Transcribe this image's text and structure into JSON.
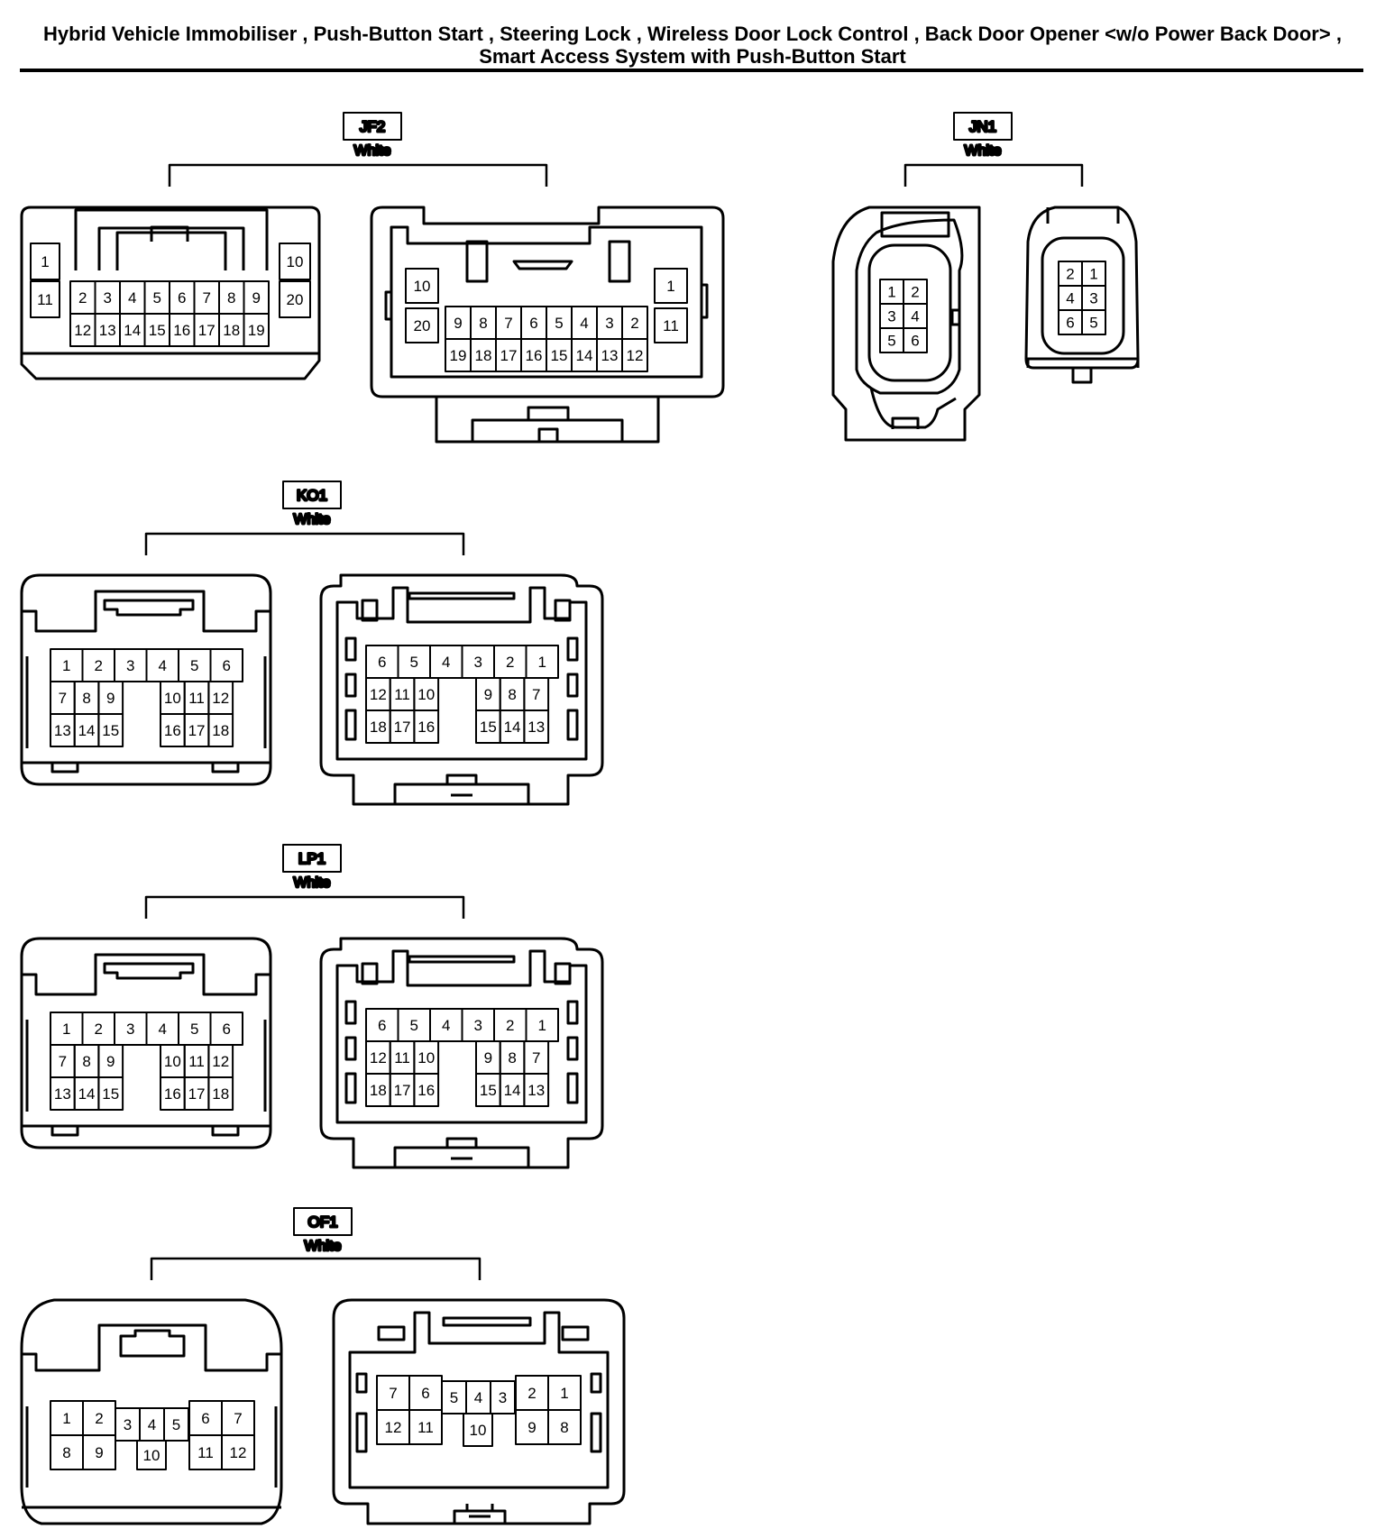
{
  "title": {
    "line1": "Hybrid Vehicle Immobiliser , Push-Button Start , Steering Lock , Wireless Door Lock Control , Back Door Opener <w/o Power Back Door> ,",
    "line2": "Smart Access System with Push-Button Start"
  },
  "connectors": {
    "jf2": {
      "label": "JF2",
      "color": "White",
      "left": {
        "side": [
          "1",
          "11",
          "10",
          "20"
        ],
        "top": [
          "2",
          "3",
          "4",
          "5",
          "6",
          "7",
          "8",
          "9"
        ],
        "bottom": [
          "12",
          "13",
          "14",
          "15",
          "16",
          "17",
          "18",
          "19"
        ]
      },
      "right": {
        "side": [
          "10",
          "20",
          "1",
          "11"
        ],
        "top": [
          "9",
          "8",
          "7",
          "6",
          "5",
          "4",
          "3",
          "2"
        ],
        "bottom": [
          "19",
          "18",
          "17",
          "16",
          "15",
          "14",
          "13",
          "12"
        ]
      }
    },
    "jn1": {
      "label": "JN1",
      "color": "White",
      "left": [
        [
          "1",
          "2"
        ],
        [
          "3",
          "4"
        ],
        [
          "5",
          "6"
        ]
      ],
      "right": [
        [
          "2",
          "1"
        ],
        [
          "4",
          "3"
        ],
        [
          "6",
          "5"
        ]
      ]
    },
    "ko1": {
      "label": "KO1",
      "color": "White",
      "left": {
        "top": [
          "1",
          "2",
          "3",
          "4",
          "5",
          "6"
        ],
        "l": [
          [
            "7",
            "8",
            "9"
          ],
          [
            "13",
            "14",
            "15"
          ]
        ],
        "r": [
          [
            "10",
            "11",
            "12"
          ],
          [
            "16",
            "17",
            "18"
          ]
        ]
      },
      "right": {
        "top": [
          "6",
          "5",
          "4",
          "3",
          "2",
          "1"
        ],
        "l": [
          [
            "12",
            "11",
            "10"
          ],
          [
            "18",
            "17",
            "16"
          ]
        ],
        "r": [
          [
            "9",
            "8",
            "7"
          ],
          [
            "15",
            "14",
            "13"
          ]
        ]
      }
    },
    "lp1": {
      "label": "LP1",
      "color": "White",
      "left": {
        "top": [
          "1",
          "2",
          "3",
          "4",
          "5",
          "6"
        ],
        "l": [
          [
            "7",
            "8",
            "9"
          ],
          [
            "13",
            "14",
            "15"
          ]
        ],
        "r": [
          [
            "10",
            "11",
            "12"
          ],
          [
            "16",
            "17",
            "18"
          ]
        ]
      },
      "right": {
        "top": [
          "6",
          "5",
          "4",
          "3",
          "2",
          "1"
        ],
        "l": [
          [
            "12",
            "11",
            "10"
          ],
          [
            "18",
            "17",
            "16"
          ]
        ],
        "r": [
          [
            "9",
            "8",
            "7"
          ],
          [
            "15",
            "14",
            "13"
          ]
        ]
      }
    },
    "of1": {
      "label": "OF1",
      "color": "White",
      "left": {
        "l": [
          [
            "1",
            "2"
          ],
          [
            "8",
            "9"
          ]
        ],
        "mid": [
          "3",
          "4",
          "5"
        ],
        "bot": [
          "10"
        ],
        "r": [
          [
            "6",
            "7"
          ],
          [
            "11",
            "12"
          ]
        ]
      },
      "right": {
        "l": [
          [
            "7",
            "6"
          ],
          [
            "12",
            "11"
          ]
        ],
        "mid": [
          "5",
          "4",
          "3"
        ],
        "bot": [
          "10"
        ],
        "r": [
          [
            "2",
            "1"
          ],
          [
            "9",
            "8"
          ]
        ]
      }
    }
  }
}
